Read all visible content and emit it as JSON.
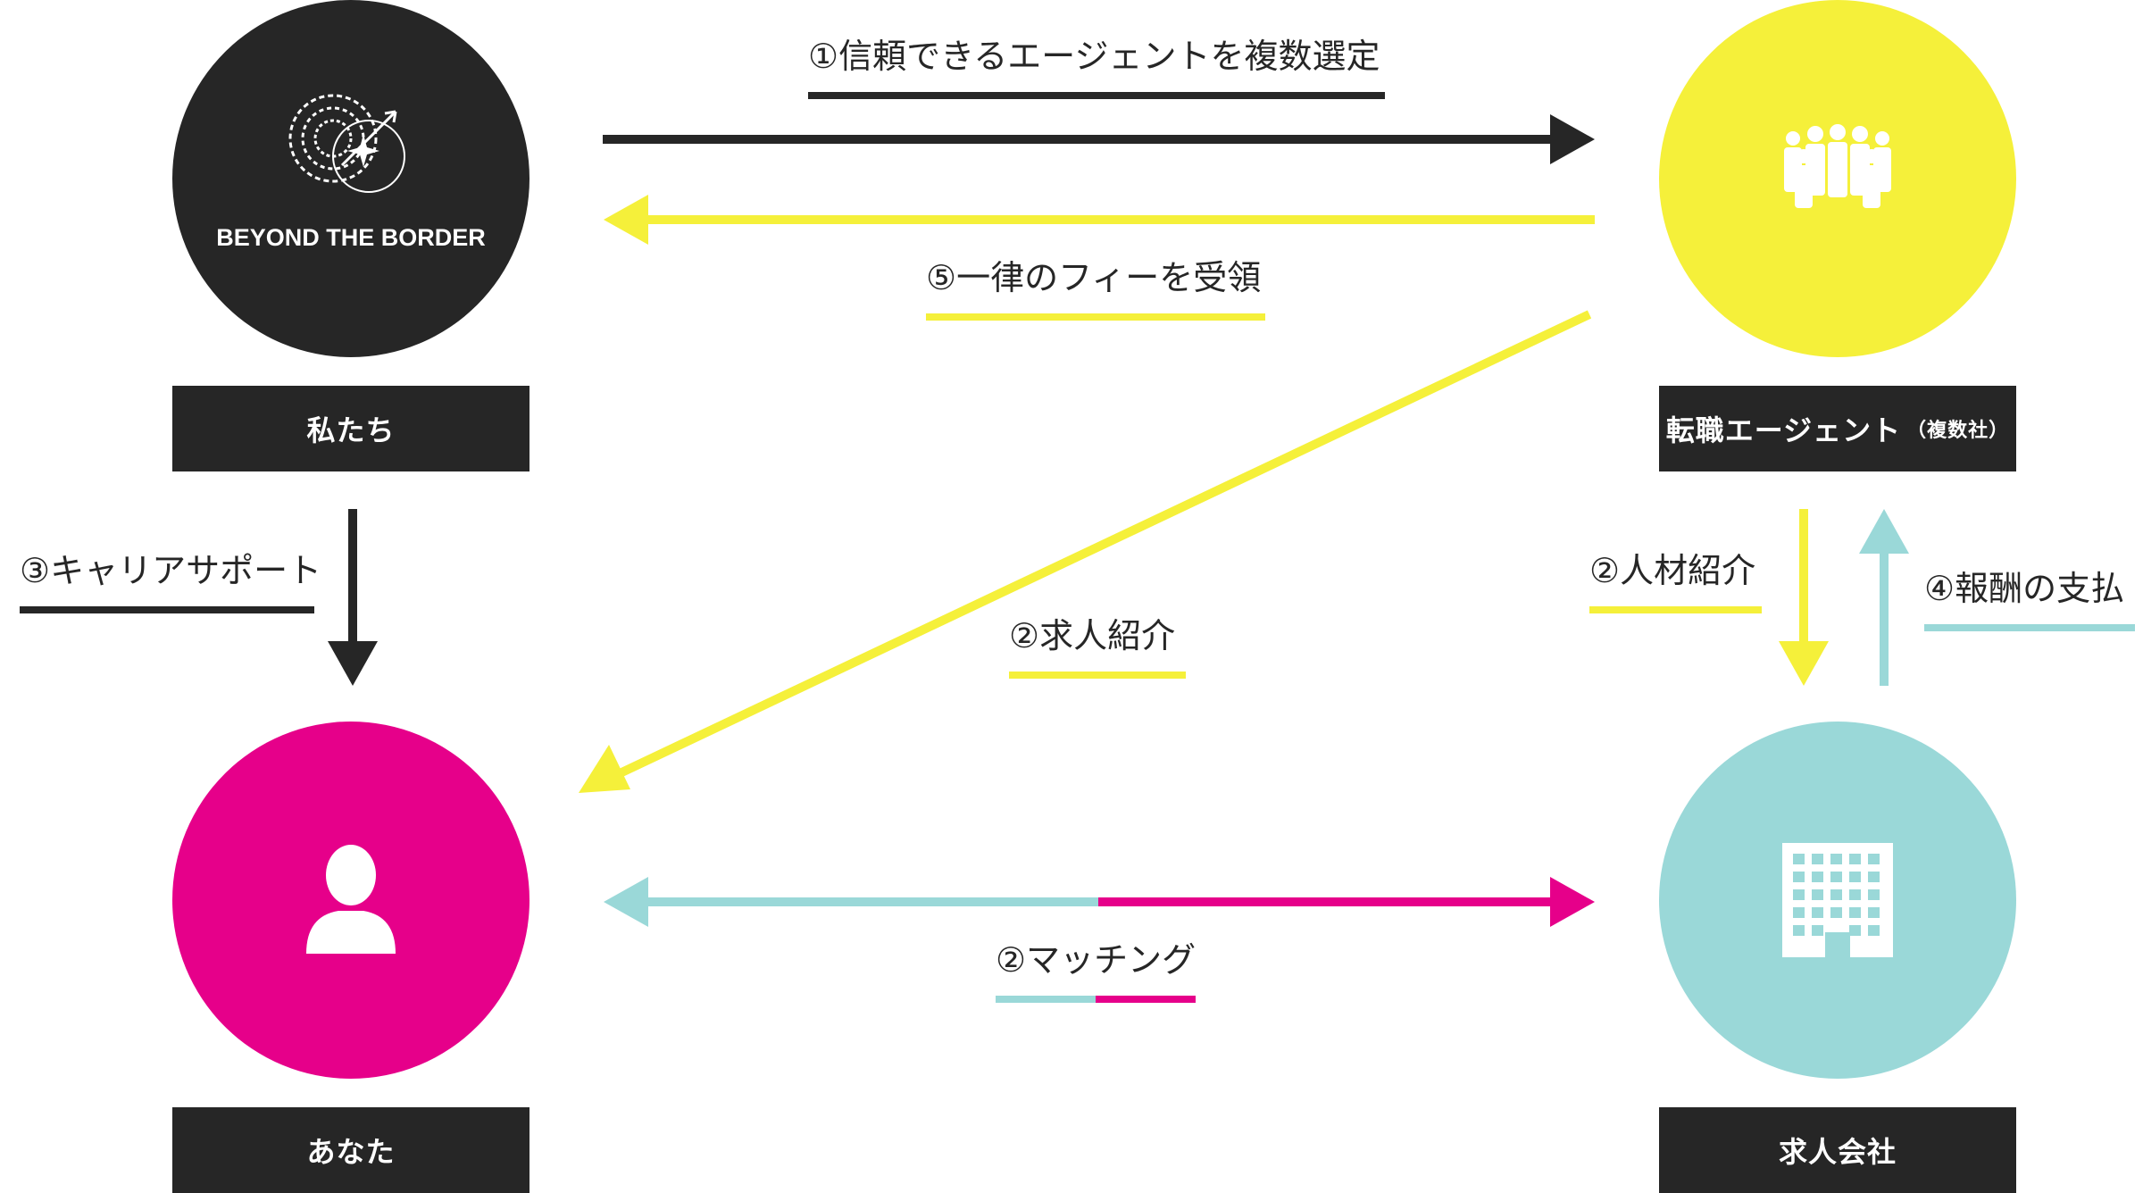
{
  "nodes": {
    "us": {
      "label": "私たち",
      "logo_text": "BEYOND THE BORDER",
      "color": "#262626"
    },
    "agents": {
      "label": "転職エージェント",
      "sub": "（複数社）",
      "color": "#f5f03a"
    },
    "you": {
      "label": "あなた",
      "color": "#e6008a"
    },
    "company": {
      "label": "求人会社",
      "color": "#9ad8d8"
    }
  },
  "flows": {
    "select_agents": "①信頼できるエージェントを複数選定",
    "fee": "⑤一律のフィーを受領",
    "career_support": "③キャリアサポート",
    "job_intro": "②求人紹介",
    "talent_intro": "②人材紹介",
    "payment": "④報酬の支払",
    "matching": "②マッチング"
  },
  "colors": {
    "dark": "#262626",
    "yellow": "#f5f03a",
    "magenta": "#e6008a",
    "teal": "#9ad8d8"
  }
}
